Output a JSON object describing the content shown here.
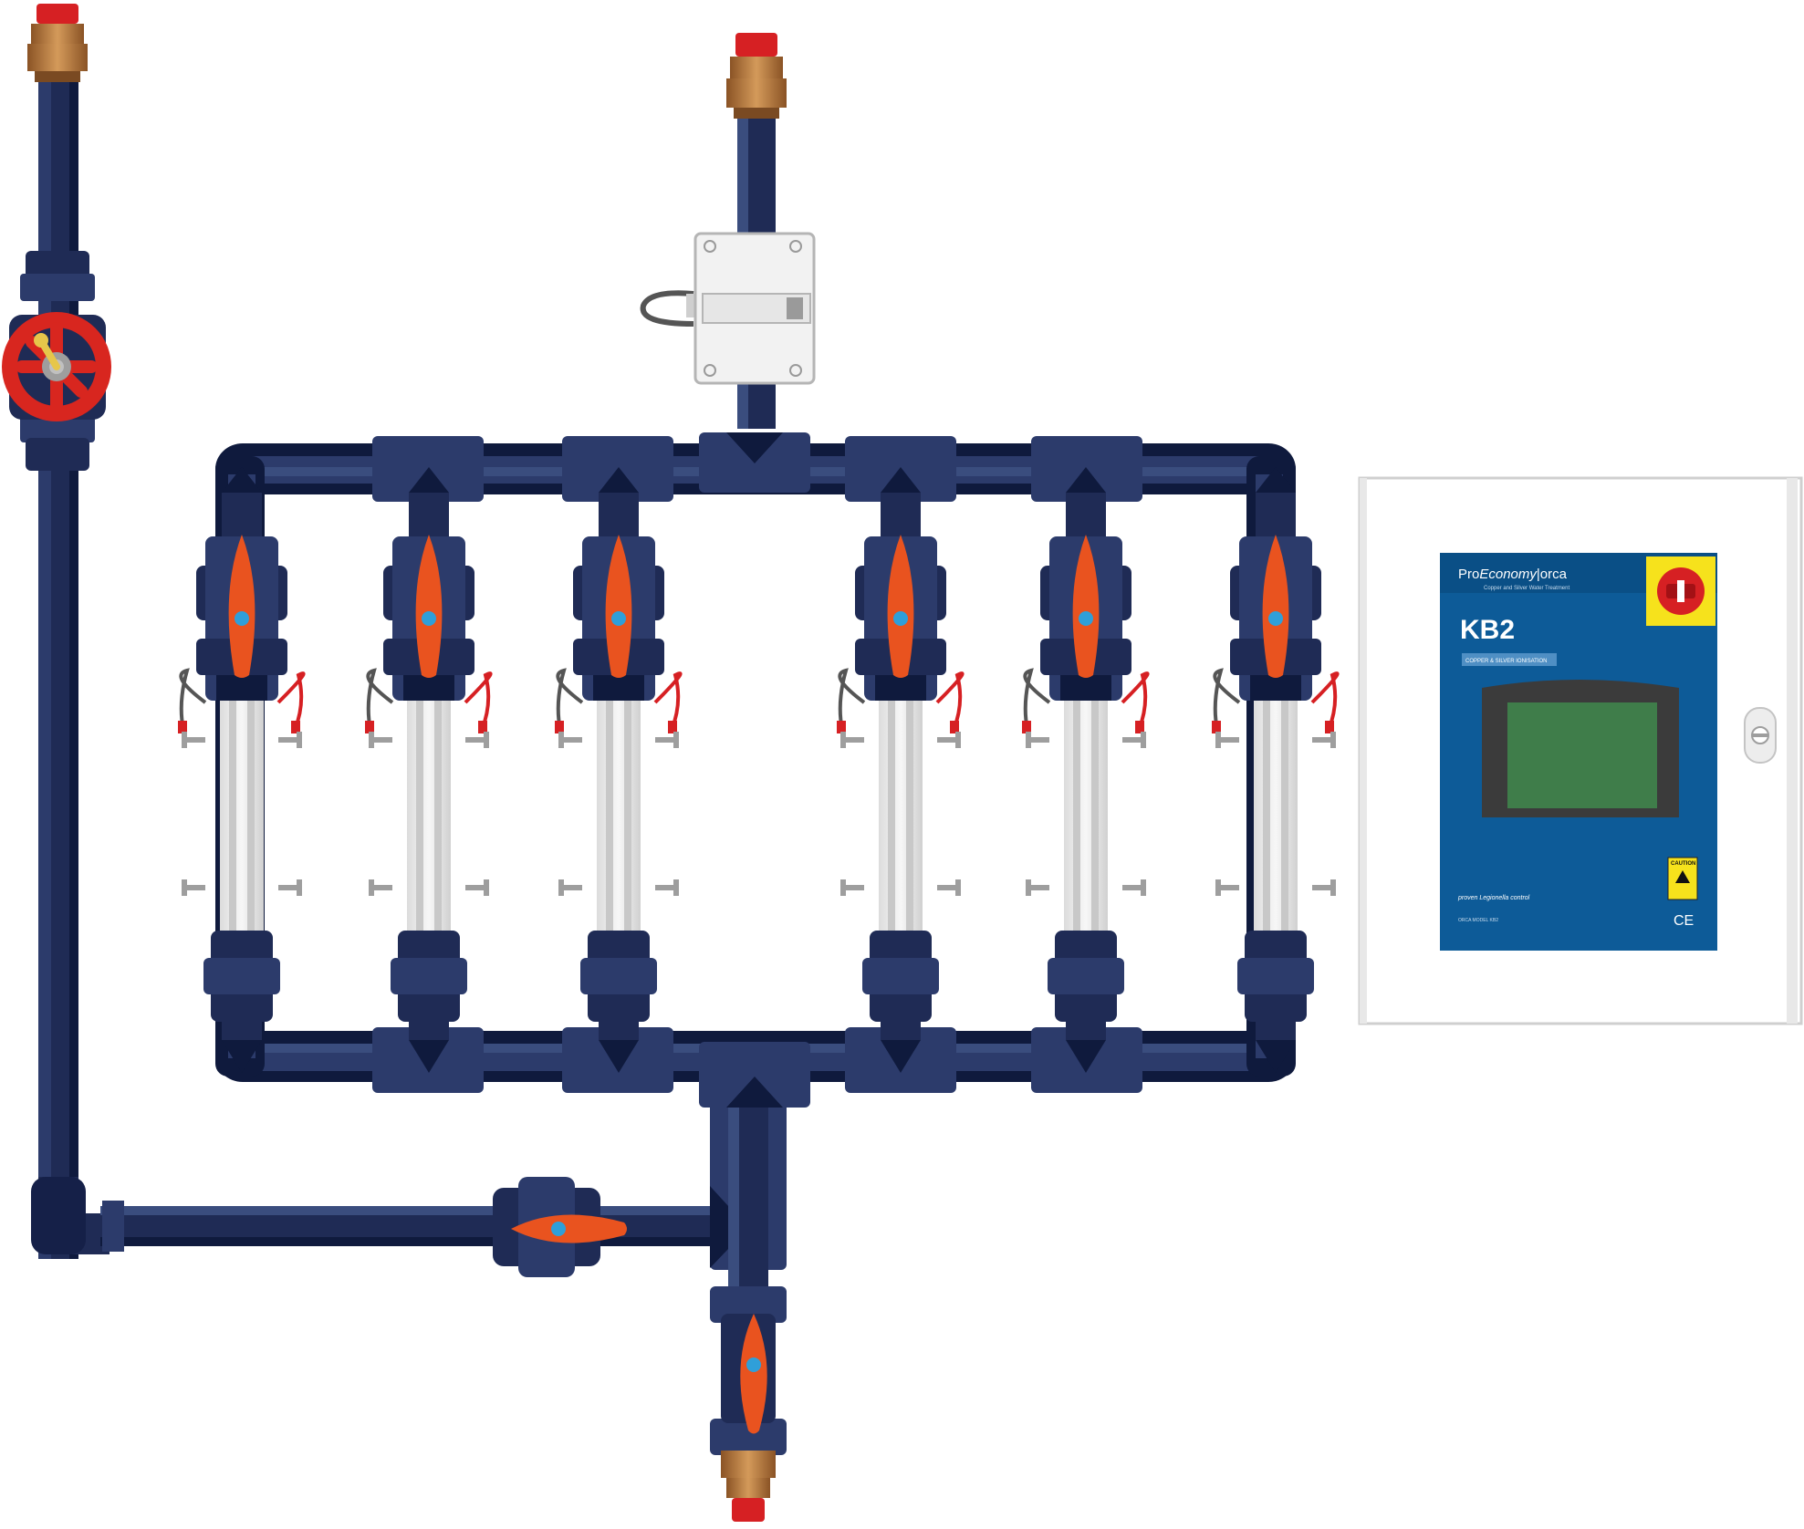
{
  "colors": {
    "pipe_dark": "#0f1a3d",
    "pipe_mid": "#1f2b55",
    "pipe_light": "#3a4d7e",
    "valve_orange": "#e9531f",
    "valve_blue_dot": "#2f9fd9",
    "brass": "#b9773e",
    "red_cap": "#d62023",
    "wheel_red": "#d8261f",
    "cell_tube": "#e6e6e6",
    "electrode": "#cccccc",
    "cabinet_bg": "#ffffff",
    "cabinet_panel": "#0d5b98",
    "screen_green": "#3f7d4a",
    "yellow_switch": "#f6e21c"
  },
  "panel": {
    "brand_pro": "Pro",
    "brand_economy": "Economy",
    "brand_orca": "|orca",
    "brand_subtitle": "Copper and Silver Water Treatment",
    "model": "KB2",
    "tagline": "COPPER & SILVER IONISATION",
    "bottom_script": "proven Legionella control",
    "model_line": "ORCA MODEL KB2",
    "ce_mark": "CE",
    "caution_label": "CAUTION"
  },
  "icons": {
    "hand_wheel": "gate-valve-wheel-icon",
    "ball_valve": "ball-valve-icon",
    "flow_switch": "flow-switch-icon",
    "door_lock": "lock-icon",
    "isolator": "isolator-switch-icon",
    "warning": "warning-icon"
  }
}
